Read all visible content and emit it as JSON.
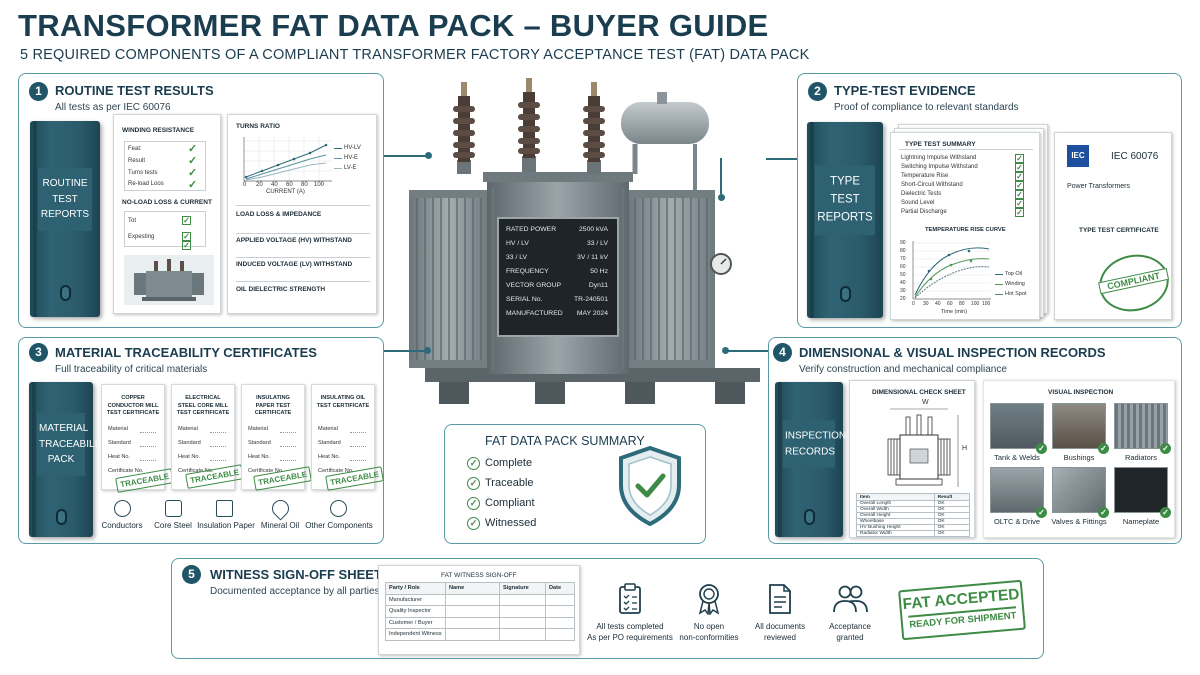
{
  "header": {
    "title": "TRANSFORMER FAT DATA PACK – BUYER GUIDE",
    "subtitle": "5 REQUIRED COMPONENTS OF A COMPLIANT TRANSFORMER FACTORY ACCEPTANCE TEST (FAT) DATA PACK"
  },
  "colors": {
    "primary": "#1f5566",
    "accent_green": "#3d8b45",
    "panel_border": "#5a9aa6"
  },
  "routine": {
    "number": "1",
    "title": "ROUTINE TEST RESULTS",
    "subtitle": "All tests as per IEC 60076",
    "binder_label": "ROUTINE TEST REPORTS",
    "winding_title": "WINDING RESISTANCE",
    "winding_rows": [
      "Feat:",
      "Result",
      "Turns tests",
      "Re-load Loos"
    ],
    "noload_title": "NO-LOAD LOSS & CURRENT",
    "noload_rows": [
      "Tot",
      "Expesting"
    ],
    "turns_title": "TURNS RATIO",
    "turns_legend": [
      "HV-LV",
      "HV-E",
      "LV-E"
    ],
    "turns_xlabel": "CURRENT (A)",
    "turns_xticks": [
      "0",
      "20",
      "40",
      "60",
      "80",
      "100"
    ],
    "tests": [
      "LOAD LOSS & IMPEDANCE",
      "APPLIED VOLTAGE (HV) WITHSTAND",
      "INDUCED VOLTAGE (LV) WITHSTAND",
      "OIL DIELECTRIC STRENGTH"
    ]
  },
  "nameplate": {
    "rows": [
      {
        "k": "RATED POWER",
        "v": "2500 kVA"
      },
      {
        "k": "HV / LV",
        "v": "33 / LV"
      },
      {
        "k": "33 / LV",
        "v": "3V / 11 kV"
      },
      {
        "k": "FREQUENCY",
        "v": "50 Hz"
      },
      {
        "k": "VECTOR GROUP",
        "v": "Dyn11"
      },
      {
        "k": "SERIAL No.",
        "v": "TR-240501"
      },
      {
        "k": "MANUFACTURED",
        "v": "MAY 2024"
      }
    ]
  },
  "type_test": {
    "number": "2",
    "title": "TYPE-TEST EVIDENCE",
    "subtitle": "Proof of compliance to relevant standards",
    "binder_label": "TYPE TEST REPORTS",
    "summary_title": "TYPE TEST SUMMARY",
    "summary_rows": [
      "Lightning Impulse Withstand",
      "Switching Impulse Withstand",
      "Temperature Rise",
      "Short-Circuit Withstand",
      "Dielectric Tests",
      "Sound Level",
      "Partial Discharge"
    ],
    "curve_title": "TEMPERATURE RISE CURVE",
    "curve_legend": [
      "Top Oil",
      "Winding",
      "Hot Spot"
    ],
    "curve_xlabel": "Time (min)",
    "curve_xticks": [
      "0",
      "30",
      "40",
      "60",
      "80",
      "100",
      "100"
    ],
    "curve_yticks": [
      "90",
      "80",
      "70",
      "60",
      "50",
      "40",
      "30",
      "20"
    ],
    "iec_logo": "IEC",
    "iec_code": "IEC 60076",
    "iec_product": "Power Transformers",
    "iec_cert": "TYPE TEST CERTIFICATE",
    "stamp": "COMPLIANT"
  },
  "material": {
    "number": "3",
    "title": "MATERIAL TRACEABILITY CERTIFICATES",
    "subtitle": "Full traceability of critical materials",
    "binder_label": "MATERIAL TRACEABILITY PACK",
    "certs": [
      {
        "title": "COPPER CONDUCTOR MILL TEST CERTIFICATE"
      },
      {
        "title": "ELECTRICAL STEEL CORE MILL TEST CERTIFICATE"
      },
      {
        "title": "INSULATING PAPER TEST CERTIFICATE"
      },
      {
        "title": "INSULATING OIL TEST CERTIFICATE"
      }
    ],
    "cert_fields": [
      "Material",
      "Standard",
      "Heat No.",
      "Certificate No."
    ],
    "stamp": "TRACEABLE",
    "items": [
      "Conductors",
      "Core Steel",
      "Insulation Paper",
      "Mineral Oil",
      "Other Components"
    ]
  },
  "summary": {
    "title": "FAT DATA PACK SUMMARY",
    "items": [
      "Complete",
      "Traceable",
      "Compliant",
      "Witnessed"
    ]
  },
  "inspection": {
    "number": "4",
    "title": "DIMENSIONAL & VISUAL INSPECTION RECORDS",
    "subtitle": "Verify construction and mechanical compliance",
    "binder_label": "INSPECTION RECORDS",
    "dim_title": "DIMENSIONAL CHECK SHEET",
    "dim_w": "W",
    "dim_h": "H",
    "dim_header": [
      "Item",
      "Result"
    ],
    "dim_rows": [
      {
        "item": "Overall Length",
        "result": "OK"
      },
      {
        "item": "Overall Width",
        "result": "OK"
      },
      {
        "item": "Overall Height",
        "result": "OK"
      },
      {
        "item": "Wheelbase",
        "result": "OK"
      },
      {
        "item": "HV Bushing Height",
        "result": "OK"
      },
      {
        "item": "Radiator Width",
        "result": "OK"
      }
    ],
    "visual_title": "VISUAL INSPECTION",
    "photos": [
      "Tank & Welds",
      "Bushings",
      "Radiators",
      "OLTC & Drive",
      "Valves & Fittings",
      "Nameplate"
    ]
  },
  "witness": {
    "number": "5",
    "title": "WITNESS SIGN-OFF SHEET",
    "subtitle": "Documented acceptance by all parties",
    "sheet_title": "FAT WITNESS SIGN-OFF",
    "columns": [
      "Party / Role",
      "Name",
      "Signature",
      "Date"
    ],
    "parties": [
      "Manufacturer",
      "Quality Inspector",
      "Customer / Buyer",
      "Independent Witness"
    ],
    "criteria": [
      {
        "line1": "All tests completed",
        "line2": "As per PO requirements",
        "icon": "clipboard-check-icon"
      },
      {
        "line1": "No open",
        "line2": "non-conformities",
        "icon": "award-ribbon-icon"
      },
      {
        "line1": "All documents",
        "line2": "reviewed",
        "icon": "document-list-icon"
      },
      {
        "line1": "Acceptance",
        "line2": "granted",
        "icon": "users-icon"
      }
    ],
    "stamp_line1": "FAT ACCEPTED",
    "stamp_line2": "READY FOR SHIPMENT"
  }
}
